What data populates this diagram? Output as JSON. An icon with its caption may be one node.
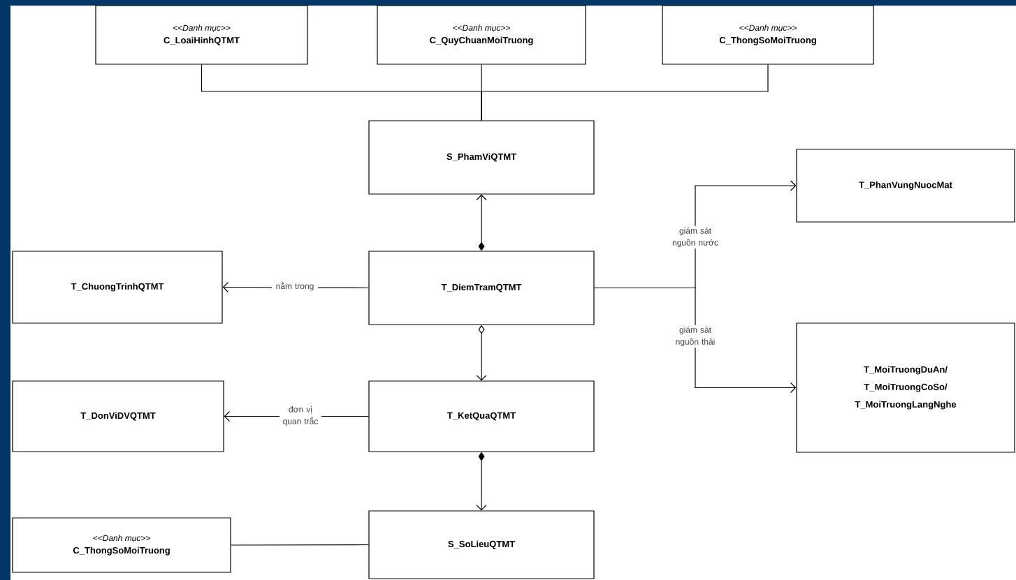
{
  "diagram": {
    "nodes": [
      {
        "text": [
          "<<Danh mục>>",
          "C_LoaiHinhQTMT"
        ]
      },
      {
        "text": [
          "<<Danh mục>>",
          "C_QuyChuanMoiTruong"
        ]
      },
      {
        "text": [
          "<<Danh mục>>",
          "C_ThongSoMoiTruong"
        ]
      },
      {
        "text": [
          "S_PhamViQTMT"
        ]
      },
      {
        "text": [
          "T_PhanVungNuocMat"
        ]
      },
      {
        "text": [
          "T_ChuongTrinhQTMT"
        ]
      },
      {
        "text": [
          "T_DiemTramQTMT"
        ]
      },
      {
        "text": [
          "T_DonViDVQTMT"
        ]
      },
      {
        "text": [
          "T_KetQuaQTMT"
        ]
      },
      {
        "text": [
          "T_MoiTruongDuAn/ T_MoiTruongCoSo/ T_MoiTruongLangNghe"
        ]
      },
      {
        "text": [
          "<<Danh mục>>",
          "C_ThongSoMoiTruong"
        ]
      },
      {
        "text": [
          "S_SoLieuQTMT"
        ]
      }
    ],
    "edges": [
      {
        "from": 0,
        "to": 3,
        "arrow": "none"
      },
      {
        "from": 1,
        "to": 3,
        "arrow": "none"
      },
      {
        "from": 2,
        "to": 3,
        "arrow": "none"
      },
      {
        "from": 6,
        "to": 3,
        "arrow": "to"
      },
      {
        "from": 6,
        "to": 5,
        "arrow": "to",
        "label": "nằm trong"
      },
      {
        "from": 6,
        "to": 4,
        "arrow": "to",
        "label": "giám sát nguồn nước"
      },
      {
        "from": 6,
        "to": 9,
        "arrow": "to",
        "label": "giám sát nguồn thải"
      },
      {
        "from": 6,
        "to": 8,
        "arrow": "to"
      },
      {
        "from": 8,
        "to": 7,
        "arrow": "to",
        "label": "đơn vị quan trắc"
      },
      {
        "from": 8,
        "to": 11,
        "arrow": "to"
      },
      {
        "from": 11,
        "to": 10,
        "arrow": "none"
      }
    ]
  }
}
